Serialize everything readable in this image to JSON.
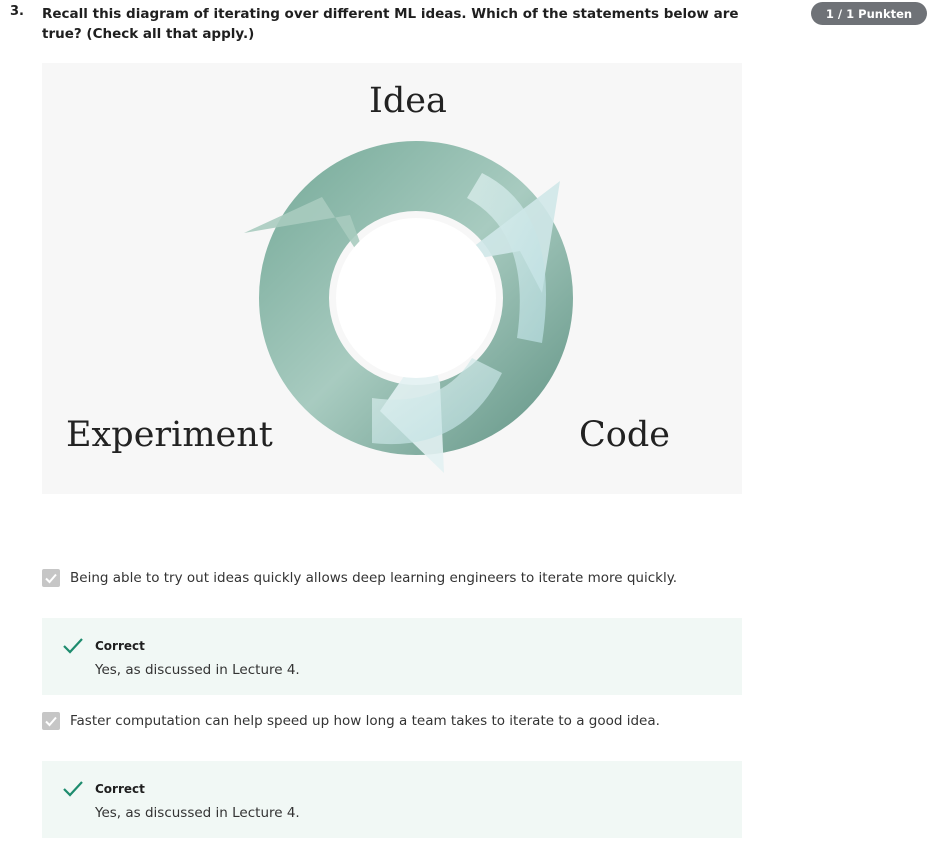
{
  "question": {
    "number": "3.",
    "text": "Recall this diagram of iterating over different ML ideas. Which of the statements below are true? (Check all that apply.)",
    "score": "1 / 1 Punkten"
  },
  "diagram": {
    "labels": {
      "top": "Idea",
      "left": "Experiment",
      "right": "Code"
    }
  },
  "options": [
    {
      "text": "Being able to try out ideas quickly allows deep learning engineers to iterate more quickly.",
      "checked": true,
      "feedback": {
        "title": "Correct",
        "body": "Yes, as discussed in Lecture 4."
      }
    },
    {
      "text": "Faster computation can help speed up how long a team takes to iterate to a good idea.",
      "checked": true,
      "feedback": {
        "title": "Correct",
        "body": "Yes, as discussed in Lecture 4."
      }
    }
  ],
  "colors": {
    "badge": "#6f7277",
    "checkbox": "#c6c6c6",
    "feedback_bg": "#f1f8f5",
    "check_green": "#1e8c6e"
  }
}
